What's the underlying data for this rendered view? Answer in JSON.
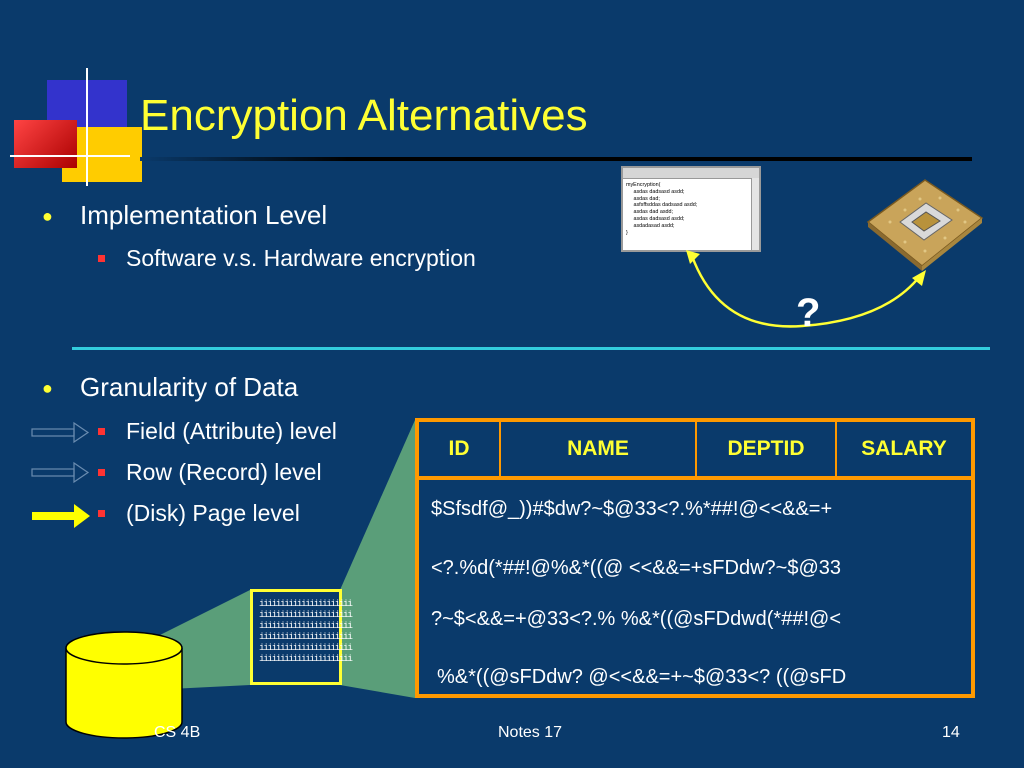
{
  "slide": {
    "title": "Encryption Alternatives",
    "bullets": [
      {
        "text": "Implementation Level",
        "children": [
          "Software v.s. Hardware encryption"
        ]
      },
      {
        "text": "Granularity of Data",
        "children": [
          "Field (Attribute) level",
          "Row (Record) level",
          "(Disk) Page level"
        ]
      }
    ],
    "question_mark": "?",
    "code_window": {
      "lines": [
        "myEncryption(",
        "     asdas dadsasd asdd;",
        "     asdas dad;",
        "     asfsffsddas dadsasd asdd;",
        "     asdas dad asdd;",
        "     asdas dadsasd asdd;",
        "     asdadasad asdd;",
        "}"
      ]
    },
    "table": {
      "headers": [
        "ID",
        "NAME",
        "DEPTID",
        "SALARY"
      ],
      "rows": [
        "$Sfsdf@_))#$dw?~$@33<?.%*##!@<<&&=+",
        "<?.%d(*##!@%&*((@ <<&&=+sFDdw?~$@33",
        "?~$<&&=+@33<?.% %&*((@sFDdwd(*##!@<",
        "%&*((@sFDdw? @<<&&=+~$@33<? ((@sFD"
      ]
    },
    "data_page_text": "iiiiiiiiiiiiiiiiiiiiii\niiiiiiiiiiiiiiiiiiiiii\niiiiiiiiiiiiiiiiiiiiii\niiiiiiiiiiiiiiiiiiiiii\niiiiiiiiiiiiiiiiiiiiii\niiiiiiiiiiiiiiiiiiiiii",
    "footer": {
      "left": "CS 4B",
      "center": "Notes 17",
      "right": "14"
    },
    "colors": {
      "background": "#0a3a6b",
      "title": "#ffff33",
      "accent_orange": "#ff9900",
      "divider": "#33ccdd",
      "cylinder": "#ffff00",
      "arrow_active": "#ffff00"
    }
  }
}
